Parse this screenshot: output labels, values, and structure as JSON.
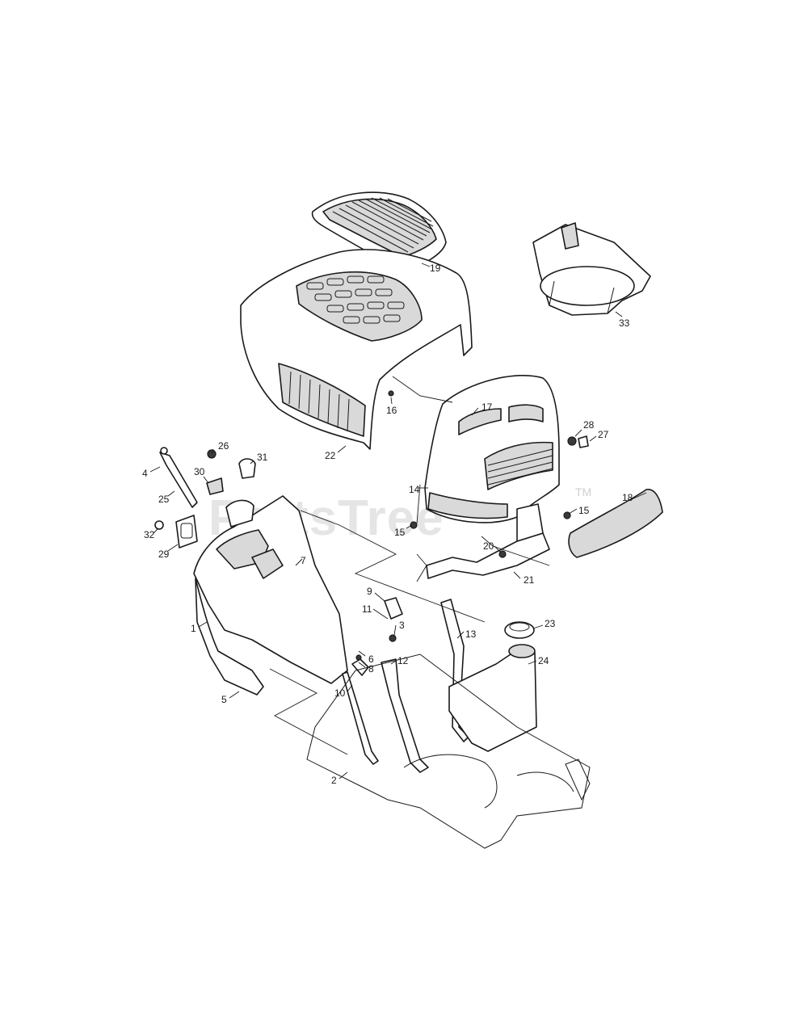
{
  "watermark": {
    "text": "PartsTree",
    "mark": "TM"
  },
  "callouts": [
    {
      "id": "19",
      "label": "19"
    },
    {
      "id": "33",
      "label": "33"
    },
    {
      "id": "16",
      "label": "16"
    },
    {
      "id": "17",
      "label": "17"
    },
    {
      "id": "22",
      "label": "22"
    },
    {
      "id": "28",
      "label": "28"
    },
    {
      "id": "27",
      "label": "27"
    },
    {
      "id": "26",
      "label": "26"
    },
    {
      "id": "31",
      "label": "31"
    },
    {
      "id": "30",
      "label": "30"
    },
    {
      "id": "4",
      "label": "4"
    },
    {
      "id": "25",
      "label": "25"
    },
    {
      "id": "14",
      "label": "14"
    },
    {
      "id": "15a",
      "label": "15"
    },
    {
      "id": "15b",
      "label": "15"
    },
    {
      "id": "18",
      "label": "18"
    },
    {
      "id": "32",
      "label": "32"
    },
    {
      "id": "29",
      "label": "29"
    },
    {
      "id": "20",
      "label": "20"
    },
    {
      "id": "21",
      "label": "21"
    },
    {
      "id": "7",
      "label": "7"
    },
    {
      "id": "9",
      "label": "9"
    },
    {
      "id": "11",
      "label": "11"
    },
    {
      "id": "3",
      "label": "3"
    },
    {
      "id": "13",
      "label": "13"
    },
    {
      "id": "23",
      "label": "23"
    },
    {
      "id": "1",
      "label": "1"
    },
    {
      "id": "8",
      "label": "8"
    },
    {
      "id": "6",
      "label": "6"
    },
    {
      "id": "12",
      "label": "12"
    },
    {
      "id": "24",
      "label": "24"
    },
    {
      "id": "10",
      "label": "10"
    },
    {
      "id": "5",
      "label": "5"
    },
    {
      "id": "2",
      "label": "2"
    }
  ]
}
